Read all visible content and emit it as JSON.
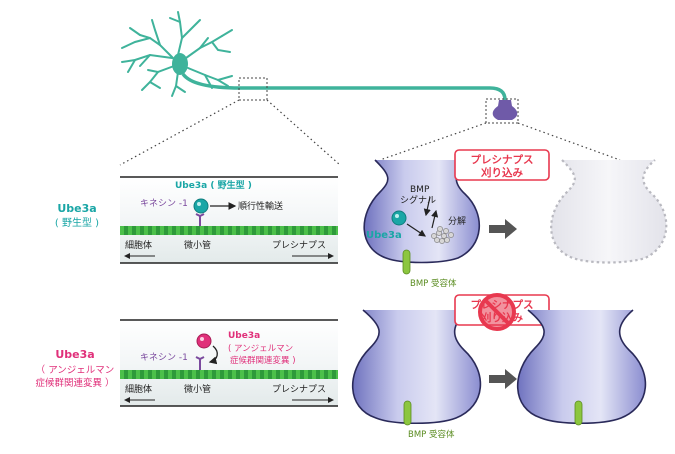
{
  "labels": {
    "ube3a_wt_title": "Ube3a",
    "ube3a_wt_sub": "( 野生型 )",
    "ube3a_mut_title": "Ube3a",
    "ube3a_mut_sub1": "（ アンジェルマン",
    "ube3a_mut_sub2": "症候群関連変異 ）",
    "axon_wt_ube3a": "Ube3a ( 野生型 )",
    "axon_wt_kinesin": "キネシン -1",
    "axon_wt_transport": "順行性輸送",
    "axon_wt_soma": "細胞体",
    "axon_wt_mt": "微小管",
    "axon_wt_presyn": "プレシナプス",
    "axon_mut_ube3a": "Ube3a",
    "axon_mut_sub1": "( アンジェルマン",
    "axon_mut_sub2": "症候群関連変異 )",
    "axon_mut_kinesin": "キネシン -1",
    "axon_mut_soma": "細胞体",
    "axon_mut_mt": "微小管",
    "axon_mut_presyn": "プレシナプス",
    "bouton_bmp1": "BMP",
    "bouton_bmp2": "シグナル",
    "bouton_degrade": "分解",
    "bouton_ube3a": "Ube3a",
    "receptor_top": "BMP 受容体",
    "receptor_bottom": "BMP 受容体",
    "pruning_top1": "プレシナプス",
    "pruning_top2": "刈り込み",
    "pruning_bottom1": "プレシナプス",
    "pruning_bottom2": "刈り込み"
  },
  "colors": {
    "neuron": "#3fb39b",
    "ube3a_wt": "#1aa6a6",
    "ube3a_mut": "#e0307a",
    "kinesin": "#7b4a9e",
    "microtubule": "#3cab3c",
    "bouton": "#8d8fd0",
    "receptor": "#8cc63f",
    "pruning_red": "#e8384f",
    "arrow_gray": "#555555"
  },
  "icons": {
    "prohibit": "prohibited-icon",
    "big_arrow": "right-arrow-icon"
  }
}
